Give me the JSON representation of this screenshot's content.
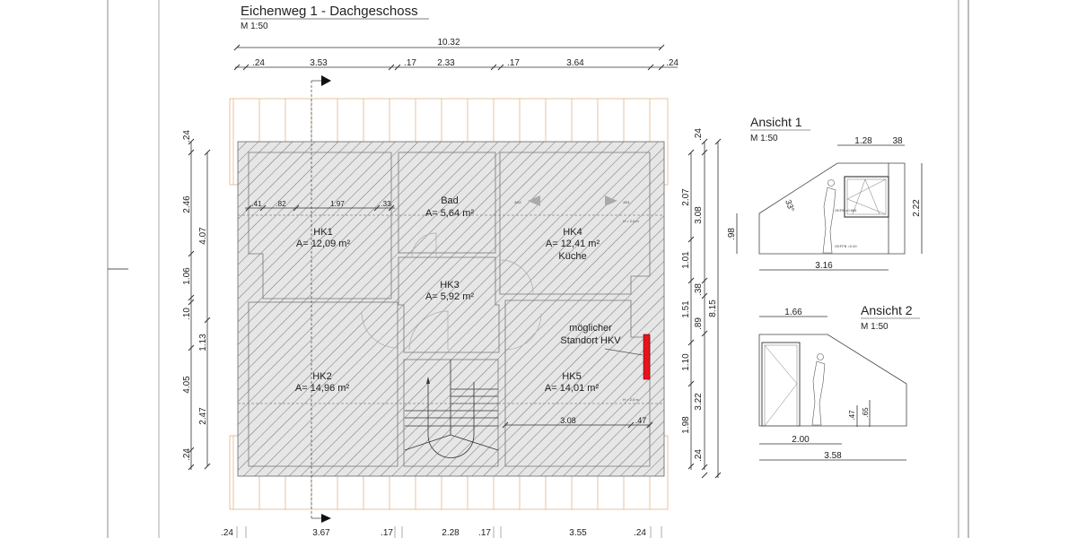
{
  "title": "Eichenweg 1 - Dachgeschoss",
  "scale": "M 1:50",
  "colors": {
    "hk1": "#fde3e3",
    "hk2": "#fefde0",
    "hk3": "#e0f8e0",
    "hk4": "#e0e0fa",
    "hk5": "#fde3fb",
    "hkv": "#e8141c",
    "rafter": "#e2b48a",
    "wall": "#e6e6e6"
  },
  "dims_top": {
    "total": "10.32",
    "chain": [
      ".24",
      "3.53",
      ".17",
      "2.33",
      ".17",
      "3.64",
      ".24"
    ]
  },
  "dims_bottom": {
    "chain": [
      ".24",
      "3.67",
      ".17",
      "2.28",
      ".17",
      "3.55",
      ".24"
    ]
  },
  "dims_left": {
    "outer": [
      ".24",
      "2.46",
      "1.06",
      ".10",
      "1.13",
      "2.47",
      ".24"
    ],
    "inner": [
      "4.07",
      "4.05"
    ]
  },
  "dims_right": {
    "outer": [
      ".24",
      "2.07",
      "1.01",
      "1.51",
      "1.10",
      "1.98",
      ".24"
    ],
    "middle": [
      "3.08",
      ".38",
      ".89",
      "3.22"
    ],
    "total": "8.15"
  },
  "dims_hk1": [
    ".41",
    ".82",
    "1.97",
    ".33"
  ],
  "dims_hk5": [
    "3.08",
    ".47"
  ],
  "rooms": [
    {
      "name": "HK1",
      "area": "A= 12,09 m²"
    },
    {
      "name": "Bad",
      "area": "A= 5,64 m²"
    },
    {
      "name": "HK4",
      "area": "A= 12,41 m²",
      "use": "Küche"
    },
    {
      "name": "HK3",
      "area": "A= 5,92 m²"
    },
    {
      "name": "HK2",
      "area": "A= 14,96 m²"
    },
    {
      "name": "HK5",
      "area": "A= 14,01 m²"
    }
  ],
  "hkv_note": [
    "möglicher",
    "Standort HKV"
  ],
  "height_marks": [
    "H = 2,0 m",
    "H = 2,0 m"
  ],
  "view_marks": [
    "AS2",
    "AS1"
  ],
  "ansicht1": {
    "title": "Ansicht 1",
    "scale": "M 1:50",
    "dims": [
      "1.28",
      "38",
      "2.22",
      ".98",
      "3.16"
    ],
    "angle": "33°",
    "okfb_window": "OKFB =0.885",
    "okfb_floor": "OKFFB =0.00"
  },
  "ansicht2": {
    "title": "Ansicht 2",
    "scale": "M 1:50",
    "dims": [
      "1.66",
      "2.00",
      "3.58",
      ".47",
      ".65"
    ]
  }
}
